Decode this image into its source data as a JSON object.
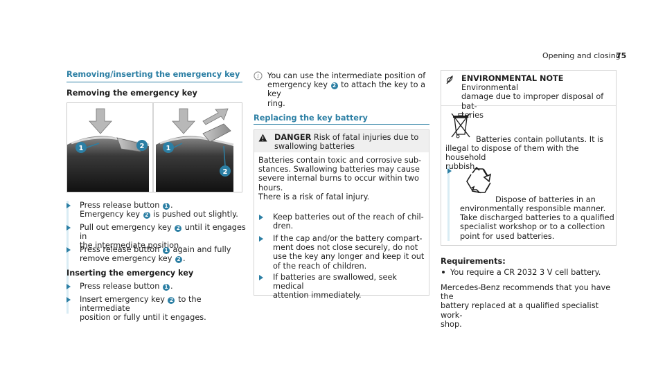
{
  "header": {
    "section": "Opening and closing",
    "page": "75"
  },
  "left": {
    "title": "Removing/inserting the emergency key",
    "removing_title": "Removing the emergency key",
    "callouts": {
      "one": "1",
      "two": "2"
    },
    "steps_remove": [
      {
        "parts": [
          "Press release button ",
          "1",
          "."
        ],
        "line2": "Emergency key ",
        "line2_num": "2",
        "line2_rest": " is pushed out slightly."
      },
      {
        "line1": "Pull out emergency key ",
        "line1_num": "2",
        "line1_rest": " until it engages in",
        "line2": "the intermediate position."
      },
      {
        "line1": "Press release button ",
        "line1_num": "1",
        "line1_rest": " again and fully",
        "line2": "remove emergency key ",
        "line2_num": "2",
        "line2_rest": "."
      }
    ],
    "inserting_title": "Inserting the emergency key",
    "steps_insert": [
      {
        "line1": "Press release button ",
        "line1_num": "1",
        "line1_rest": "."
      },
      {
        "line1": "Insert emergency key ",
        "line1_num": "2",
        "line1_rest": " to the intermediate",
        "line2": "position or fully until it engages."
      }
    ]
  },
  "middle": {
    "note_line1": "You can use the intermediate position of",
    "note_line2a": "emergency key ",
    "note_num": "2",
    "note_line2b": " to attach the key to a key",
    "note_line3": "ring.",
    "title": "Replacing the key battery",
    "danger_label": "DANGER",
    "danger_head1": " Risk of fatal injuries due to",
    "danger_head2": "swallowing batteries",
    "danger_body": [
      "Batteries contain toxic and corrosive sub-",
      "stances. Swallowing batteries may cause",
      "severe internal burns to occur within two",
      "hours.",
      "There is a risk of fatal injury."
    ],
    "step1": [
      "Keep batteries out of the reach of chil-",
      "dren."
    ],
    "step2": [
      "If the cap and/or the battery compart-",
      "ment does not close securely, do not",
      "use the key any longer and keep it out",
      "of the reach of children."
    ],
    "step3": [
      "If batteries are swallowed, seek medical",
      "attention immediately."
    ]
  },
  "right": {
    "env_label": "ENVIRONMENTAL NOTE",
    "env_head1": " Environmental",
    "env_head2": "damage due to improper disposal of bat-",
    "env_head3": "teries",
    "env_body1": "Batteries contain pollutants. It is",
    "env_body2": "illegal to dispose of them with the household",
    "env_body3": "rubbish.",
    "env_step": [
      "Dispose of batteries in an",
      "environmentally responsible manner.",
      "Take discharged batteries to a qualified",
      "specialist workshop or to a collection",
      "point for used batteries."
    ],
    "req_title": "Requirements:",
    "req_item": "You require a CR 2032 3 V cell battery.",
    "final": [
      "Mercedes-Benz recommends that you have the",
      "battery replaced at a qualified specialist work-",
      "shop."
    ]
  },
  "colors": {
    "accent": "#2c7fa4",
    "bar": "#d9ecf4"
  }
}
